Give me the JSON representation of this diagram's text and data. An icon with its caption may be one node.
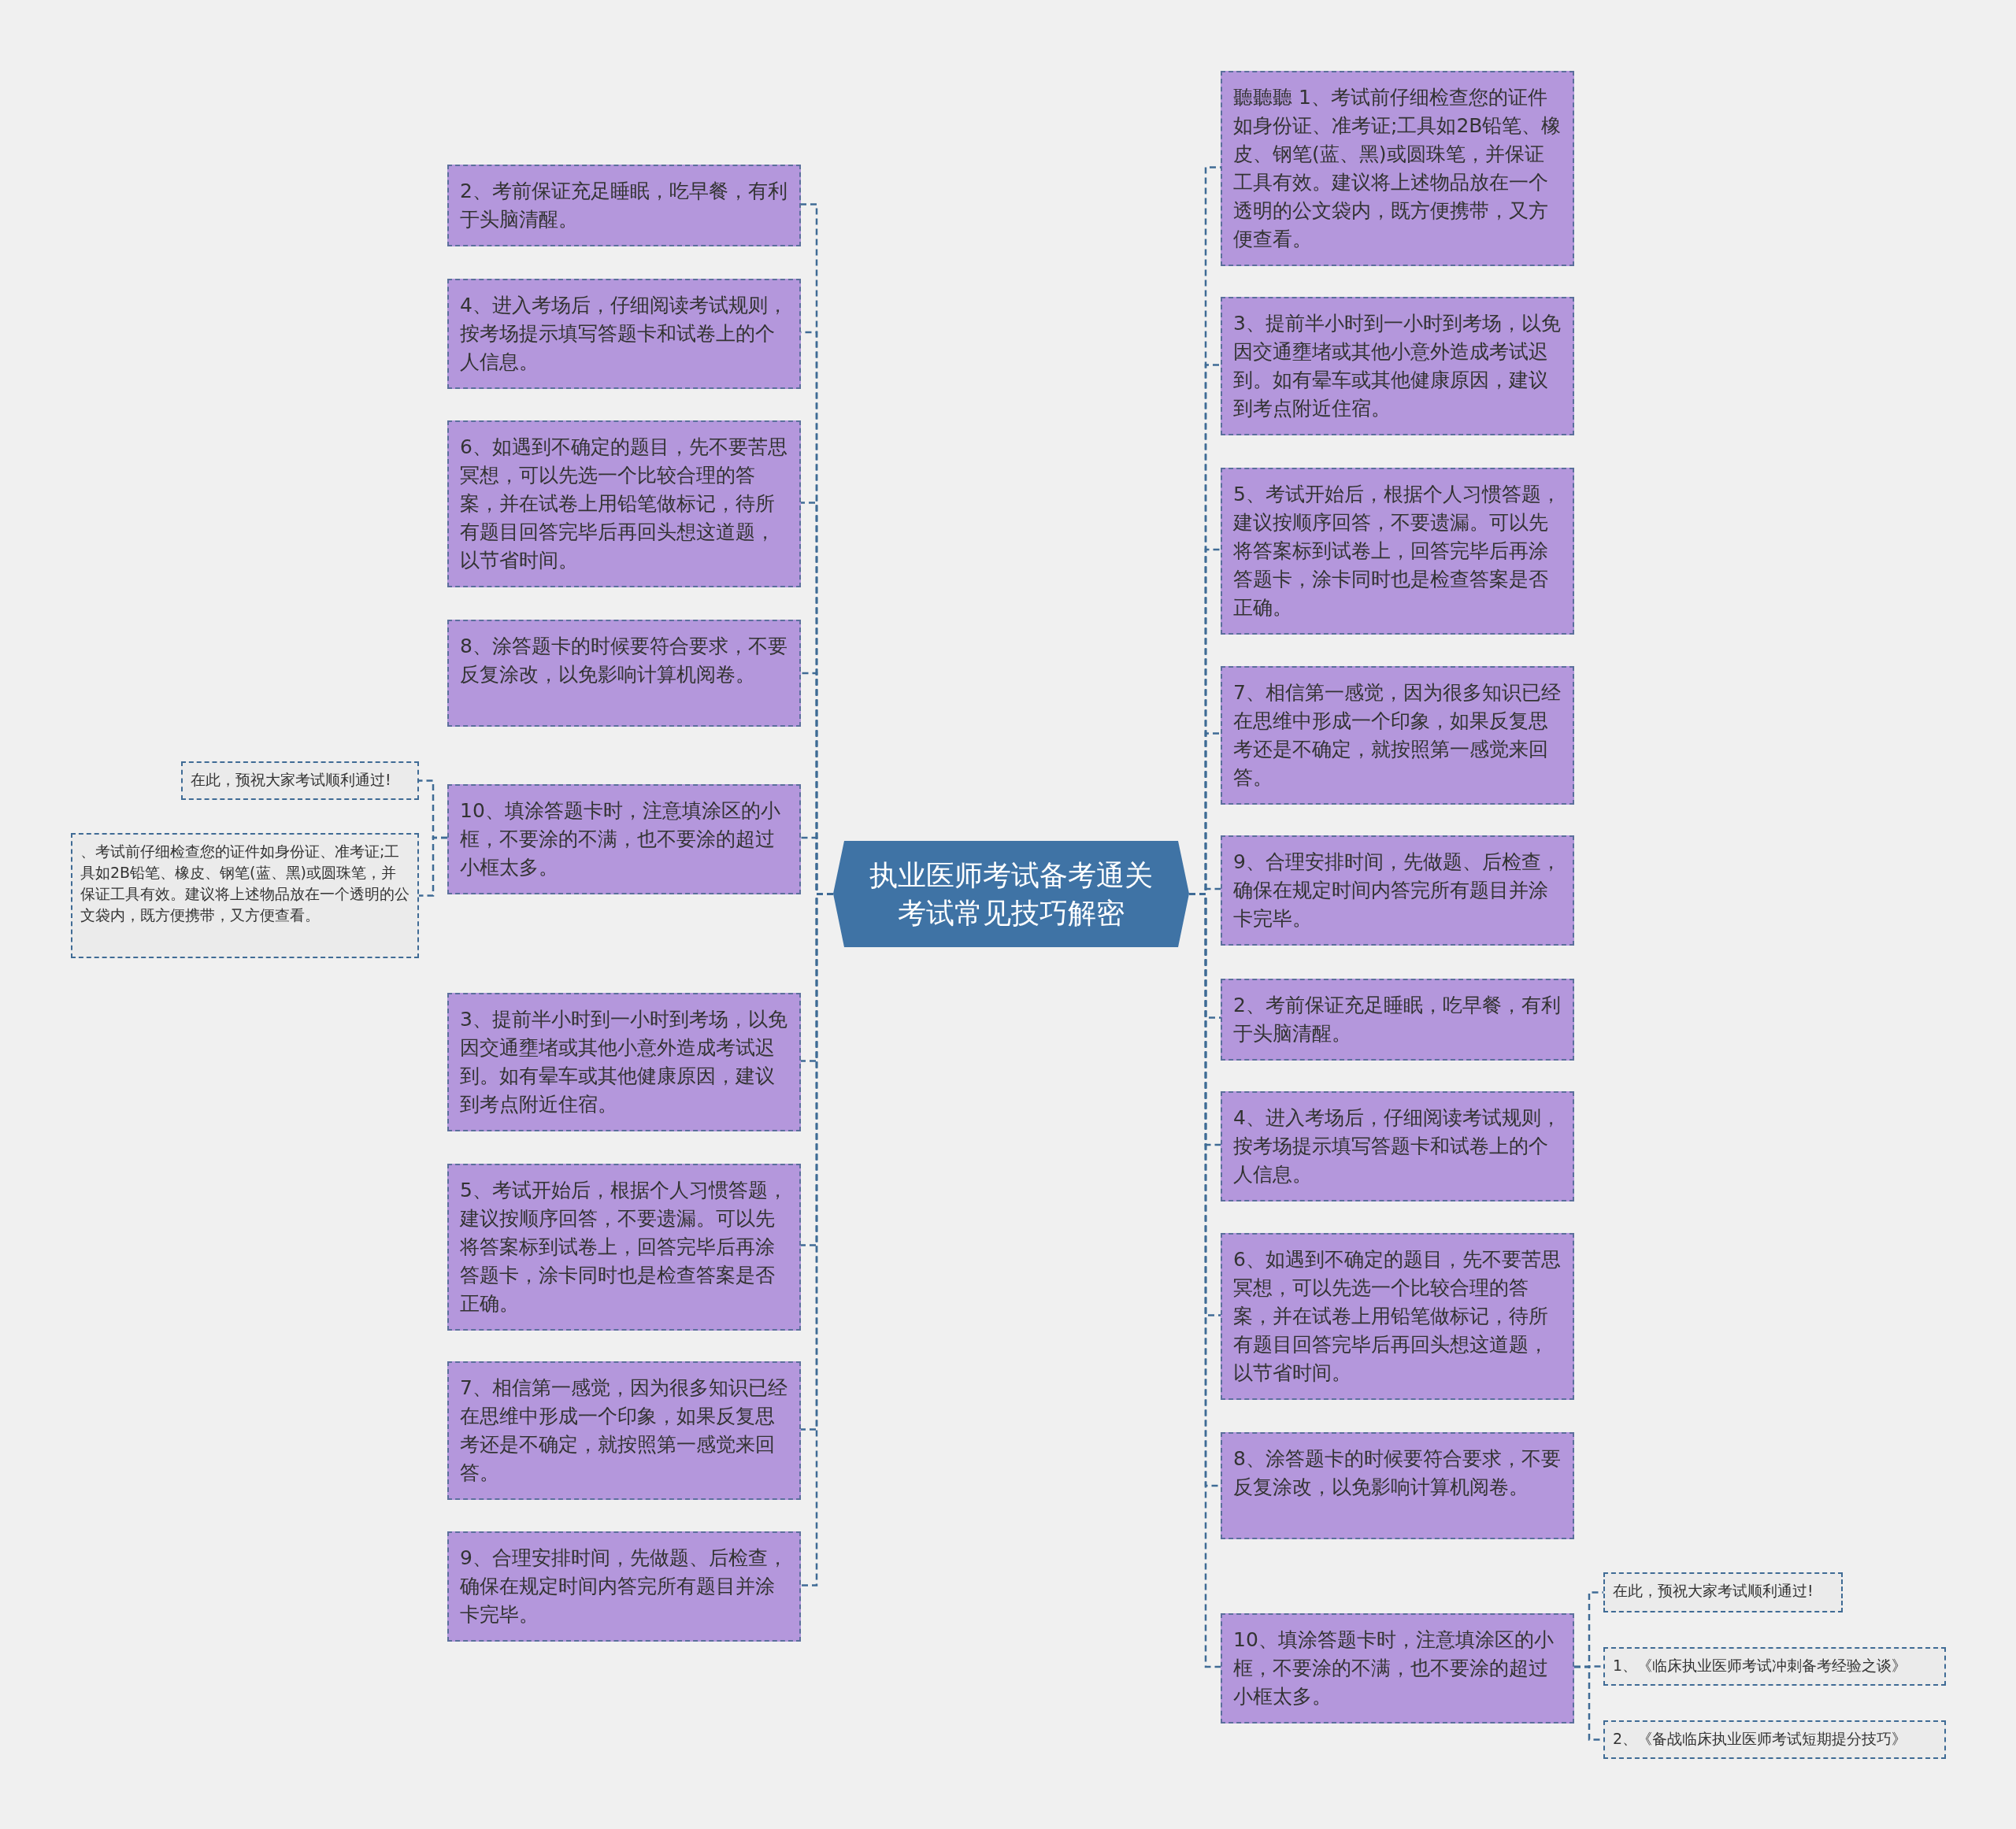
{
  "diagram": {
    "nodes": [
      {
        "text": [
          "执业医师考试备考通关考试常见技巧解密"
        ]
      },
      {
        "text": [
          "2、考前保证充足睡眠，吃早餐，有利于头脑清醒。"
        ]
      },
      {
        "text": [
          "4、进入考场后，仔细阅读考试规则，按考场提示填写答题卡和试卷上的个人信息。"
        ]
      },
      {
        "text": [
          "6、如遇到不确定的题目，先不要苦思冥想，可以先选一个比较合理的答案，并在试卷上用铅笔做标记，待所有题目回答完毕后再回头想这道题，以节省时间。"
        ]
      },
      {
        "text": [
          "8、涂答题卡的时候要符合要求，不要反复涂改，以免影响计算机阅卷。"
        ]
      },
      {
        "text": [
          "10、填涂答题卡时，注意填涂区的小框，不要涂的不满，也不要涂的超过小框太多。"
        ]
      },
      {
        "text": [
          "3、提前半小时到一小时到考场，以免因交通壅堵或其他小意外造成考试迟到。如有晕车或其他健康原因，建议到考点附近住宿。"
        ]
      },
      {
        "text": [
          "5、考试开始后，根据个人习惯答题，建议按顺序回答，不要遗漏。可以先将答案标到试卷上，回答完毕后再涂答题卡，涂卡同时也是检查答案是否正确。"
        ]
      },
      {
        "text": [
          "7、相信第一感觉，因为很多知识已经在思维中形成一个印象，如果反复思考还是不确定，就按照第一感觉来回答。"
        ]
      },
      {
        "text": [
          "9、合理安排时间，先做题、后检查，确保在规定时间内答完所有题目并涂卡完毕。"
        ]
      },
      {
        "text": [
          "在此，预祝大家考试顺利通过!"
        ]
      },
      {
        "text": [
          "、考试前仔细检查您的证件如身份证、准考证;工具如2B铅笔、橡皮、钢笔(蓝、黑)或圆珠笔，并保证工具有效。建议将上述物品放在一个透明的公文袋内，既方便携带，又方便查看。"
        ]
      },
      {
        "text": [
          "聽聽聽 1、考试前仔细检查您的证件如身份证、准考证;工具如2B铅笔、橡皮、钢笔(蓝、黑)或圆珠笔，并保证工具有效。建议将上述物品放在一个透明的公文袋内，既方便携带，又方便查看。"
        ]
      },
      {
        "text": [
          "3、提前半小时到一小时到考场，以免因交通壅堵或其他小意外造成考试迟到。如有晕车或其他健康原因，建议到考点附近住宿。"
        ]
      },
      {
        "text": [
          "5、考试开始后，根据个人习惯答题，建议按顺序回答，不要遗漏。可以先将答案标到试卷上，回答完毕后再涂答题卡，涂卡同时也是检查答案是否正确。"
        ]
      },
      {
        "text": [
          "7、相信第一感觉，因为很多知识已经在思维中形成一个印象，如果反复思考还是不确定，就按照第一感觉来回答。"
        ]
      },
      {
        "text": [
          "9、合理安排时间，先做题、后检查，确保在规定时间内答完所有题目并涂卡完毕。"
        ]
      },
      {
        "text": [
          "2、考前保证充足睡眠，吃早餐，有利于头脑清醒。"
        ]
      },
      {
        "text": [
          "4、进入考场后，仔细阅读考试规则，按考场提示填写答题卡和试卷上的个人信息。"
        ]
      },
      {
        "text": [
          "6、如遇到不确定的题目，先不要苦思冥想，可以先选一个比较合理的答案，并在试卷上用铅笔做标记，待所有题目回答完毕后再回头想这道题，以节省时间。"
        ]
      },
      {
        "text": [
          "8、涂答题卡的时候要符合要求，不要反复涂改，以免影响计算机阅卷。"
        ]
      },
      {
        "text": [
          "10、填涂答题卡时，注意填涂区的小框，不要涂的不满，也不要涂的超过小框太多。"
        ]
      },
      {
        "text": [
          "在此，预祝大家考试顺利通过!"
        ]
      },
      {
        "text": [
          "1、《临床执业医师考试冲刺备考经验之谈》"
        ]
      },
      {
        "text": [
          "2、《备战临床执业医师考试短期提分技巧》"
        ]
      }
    ],
    "edges": [
      {
        "from": 0,
        "to": 1,
        "arrow": "none",
        "style": "dashed"
      },
      {
        "from": 0,
        "to": 2,
        "arrow": "none",
        "style": "dashed"
      },
      {
        "from": 0,
        "to": 3,
        "arrow": "none",
        "style": "dashed"
      },
      {
        "from": 0,
        "to": 4,
        "arrow": "none",
        "style": "dashed"
      },
      {
        "from": 0,
        "to": 5,
        "arrow": "none",
        "style": "dashed"
      },
      {
        "from": 0,
        "to": 6,
        "arrow": "none",
        "style": "dashed"
      },
      {
        "from": 0,
        "to": 7,
        "arrow": "none",
        "style": "dashed"
      },
      {
        "from": 0,
        "to": 8,
        "arrow": "none",
        "style": "dashed"
      },
      {
        "from": 0,
        "to": 9,
        "arrow": "none",
        "style": "dashed"
      },
      {
        "from": 5,
        "to": 10,
        "arrow": "none",
        "style": "dashed"
      },
      {
        "from": 5,
        "to": 11,
        "arrow": "none",
        "style": "dashed"
      },
      {
        "from": 0,
        "to": 12,
        "arrow": "none",
        "style": "dashed"
      },
      {
        "from": 0,
        "to": 13,
        "arrow": "none",
        "style": "dashed"
      },
      {
        "from": 0,
        "to": 14,
        "arrow": "none",
        "style": "dashed"
      },
      {
        "from": 0,
        "to": 15,
        "arrow": "none",
        "style": "dashed"
      },
      {
        "from": 0,
        "to": 16,
        "arrow": "none",
        "style": "dashed"
      },
      {
        "from": 0,
        "to": 17,
        "arrow": "none",
        "style": "dashed"
      },
      {
        "from": 0,
        "to": 18,
        "arrow": "none",
        "style": "dashed"
      },
      {
        "from": 0,
        "to": 19,
        "arrow": "none",
        "style": "dashed"
      },
      {
        "from": 0,
        "to": 20,
        "arrow": "none",
        "style": "dashed"
      },
      {
        "from": 0,
        "to": 21,
        "arrow": "none",
        "style": "dashed"
      },
      {
        "from": 21,
        "to": 22,
        "arrow": "none",
        "style": "dashed"
      },
      {
        "from": 21,
        "to": 23,
        "arrow": "none",
        "style": "dashed"
      },
      {
        "from": 21,
        "to": 24,
        "arrow": "none",
        "style": "dashed"
      }
    ]
  }
}
